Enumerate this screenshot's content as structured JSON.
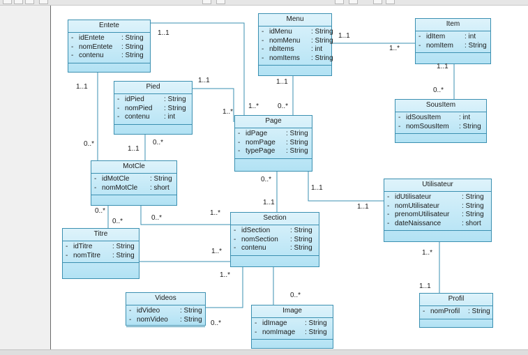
{
  "diagram": {
    "classes": [
      {
        "name": "Entete",
        "attributes": [
          {
            "name": "idEntete",
            "type": ": String"
          },
          {
            "name": "nomEntete",
            "type": ": String"
          },
          {
            "name": "contenu",
            "type": ": String"
          }
        ]
      },
      {
        "name": "Menu",
        "attributes": [
          {
            "name": "idMenu",
            "type": ": String"
          },
          {
            "name": "nomMenu",
            "type": ": String"
          },
          {
            "name": "nbItems",
            "type": ": int"
          },
          {
            "name": "nomItems",
            "type": ": String"
          }
        ]
      },
      {
        "name": "Item",
        "attributes": [
          {
            "name": "idItem",
            "type": ": int"
          },
          {
            "name": "nomItem",
            "type": ": String"
          }
        ]
      },
      {
        "name": "Pied",
        "attributes": [
          {
            "name": "idPied",
            "type": ": String"
          },
          {
            "name": "nomPied",
            "type": ": String"
          },
          {
            "name": "contenu",
            "type": ": int"
          }
        ]
      },
      {
        "name": "SousItem",
        "attributes": [
          {
            "name": "idSousItem",
            "type": ": int"
          },
          {
            "name": "nomSousItem",
            "type": ": String"
          }
        ]
      },
      {
        "name": "Page",
        "attributes": [
          {
            "name": "idPage",
            "type": ": String"
          },
          {
            "name": "nomPage",
            "type": ": String"
          },
          {
            "name": "typePage",
            "type": ": String"
          }
        ]
      },
      {
        "name": "MotCle",
        "attributes": [
          {
            "name": "idMotCle",
            "type": ": String"
          },
          {
            "name": "nomMotCle",
            "type": ": short"
          }
        ]
      },
      {
        "name": "Utilisateur",
        "attributes": [
          {
            "name": "idUtilisateur",
            "type": ": String"
          },
          {
            "name": "nomUtilisateur",
            "type": ": String"
          },
          {
            "name": "prenomUtilisateur",
            "type": ": String"
          },
          {
            "name": "dateNaissance",
            "type": ": short"
          }
        ]
      },
      {
        "name": "Section",
        "attributes": [
          {
            "name": "idSection",
            "type": ": String"
          },
          {
            "name": "nomSection",
            "type": ": String"
          },
          {
            "name": "contenu",
            "type": ": String"
          }
        ]
      },
      {
        "name": "Titre",
        "attributes": [
          {
            "name": "idTitre",
            "type": ": String"
          },
          {
            "name": "nomTitre",
            "type": ": String"
          }
        ]
      },
      {
        "name": "Videos",
        "attributes": [
          {
            "name": "idVideo",
            "type": ": String"
          },
          {
            "name": "nomVideo",
            "type": ": String"
          }
        ]
      },
      {
        "name": "Image",
        "attributes": [
          {
            "name": "idImage",
            "type": ": String"
          },
          {
            "name": "nomImage",
            "type": ": String"
          }
        ]
      },
      {
        "name": "Profil",
        "attributes": [
          {
            "name": "nomProfil",
            "type": ": String"
          }
        ]
      }
    ],
    "multiplicities": [
      "1..1",
      "1..1",
      "1..*",
      "1..1",
      "1..1",
      "1..*",
      "1..1",
      "1..*",
      "1..1",
      "0..*",
      "0..*",
      "0..*",
      "1..1",
      "0..*",
      "0..*",
      "1..1",
      "0..*",
      "0..*",
      "0..*",
      "1..*",
      "1..1",
      "1..1",
      "1..*",
      "1..*",
      "0..*",
      "0..*",
      "1..*",
      "1..1"
    ],
    "visibility_marker": "-"
  },
  "colors": {
    "class_border": "#3a8fb0",
    "class_fill_top": "#def3fb",
    "class_fill_bottom": "#b2e2f4",
    "line": "#3a8fb0"
  }
}
